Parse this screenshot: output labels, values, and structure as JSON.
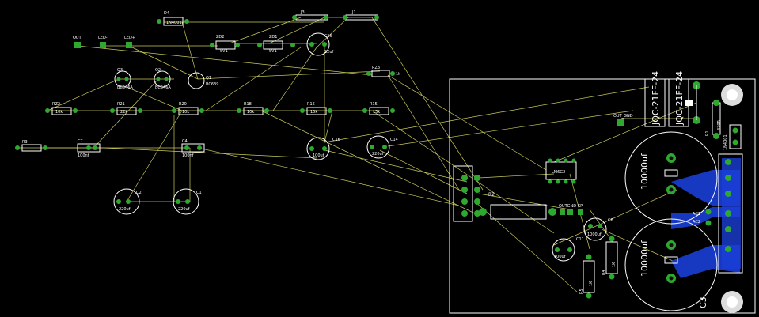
{
  "board": {
    "title": "PCB layout view",
    "colors": {
      "background": "#000000",
      "silkscreen": "#ffffff",
      "pad": "#2fa82f",
      "copper": "#1a3fd6",
      "ratsnest": "#c8c85a"
    }
  },
  "labels": {
    "d4": "D4",
    "d4_val": "1N4001",
    "j3": "J3",
    "j1": "J1",
    "out": "OUT",
    "led_minus": "LED-",
    "led_plus": "LED+",
    "zd2": "ZD2",
    "zd2_val": "5V1",
    "zd1": "ZD1",
    "zd1_val": "5V1",
    "c15": "C15",
    "c15_val": "22uf",
    "q3": "Q3",
    "q3_val": "BC546A",
    "q2": "Q2",
    "q2_val": "BC546A",
    "q1": "Q1",
    "q1_val": "BC639",
    "rz3": "RZ3",
    "rz3_val": "1k",
    "rz2": "RZ2",
    "rz2_val": "10k",
    "r21": "R21",
    "r21_val": "22k",
    "r20": "R20",
    "r20_val": "10k",
    "r18": "R18",
    "r18_val": "10k",
    "r16": "R16",
    "r16_val": "15k",
    "r15": "R15",
    "r15_val": "15k",
    "r3": "R3",
    "c7": "C7",
    "c7_val": "100nf",
    "c4": "C4",
    "c4_val": "100nf",
    "c16": "C16",
    "c16_val": "100uf",
    "c14": "C14",
    "c14_val": "220uf",
    "c2": "C2",
    "c2_val": "220uf",
    "c1": "C1",
    "c1_val": "220uf",
    "out_gnd": "OUT_GND",
    "relay1": "JQC-21FF-24",
    "relay2": "JQC-21FF-24",
    "r1": "R1",
    "r1_val": "470R",
    "d1": "1N4001",
    "lm": "LM6G2",
    "r2": "R2",
    "outgnd_sp": "OUTGND",
    "sp": "SP",
    "c6": "C6",
    "c6_val": "1000uf",
    "c11": "C11",
    "c11_val": "100uf",
    "r5": "R5",
    "r5_val": "1K",
    "r4": "R4",
    "r4_val": "1K",
    "cap_big1": "10000uf",
    "cap_big2": "10000uf",
    "c3": "C3",
    "ac1": "AC1",
    "ac2": "AC2"
  }
}
